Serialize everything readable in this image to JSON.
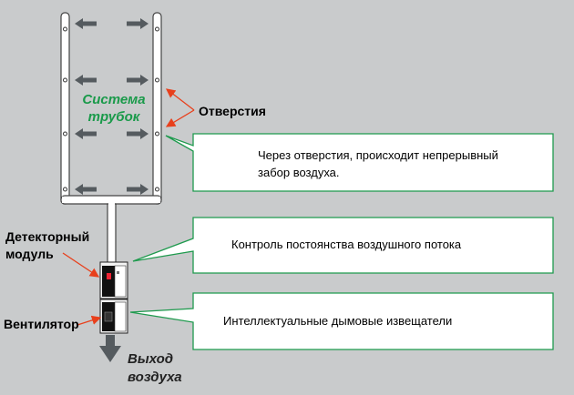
{
  "labels": {
    "pipe_system": [
      "Система",
      "трубок"
    ],
    "openings": "Отверстия",
    "detector_module": [
      "Детекторный",
      "модуль"
    ],
    "fan": "Вентилятор",
    "air_outlet": [
      "Выход",
      "воздуха"
    ]
  },
  "callouts": [
    {
      "lines": [
        "Через отверстия, происходит непрерывный",
        "забор воздуха."
      ]
    },
    {
      "lines": [
        "Контроль постоянства воздушного потока"
      ]
    },
    {
      "lines": [
        "Интеллектуальные дымовые извещатели"
      ]
    }
  ],
  "colors": {
    "background": "#c9cbcc",
    "pipe_fill": "#ffffff",
    "arrow": "#555b5f",
    "leader_line": "#e8401c",
    "callout_border": "#1f9a4e",
    "green_text": "#1a9a4a"
  }
}
